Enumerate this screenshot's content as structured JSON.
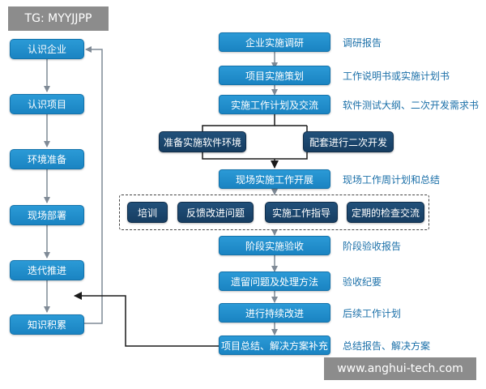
{
  "watermarks": {
    "top": "TG: MYYJJPP",
    "bottom": "www.anghui-tech.com"
  },
  "left_flow": [
    "认识企业",
    "认识项目",
    "环境准备",
    "现场部署",
    "迭代推进",
    "知识积累"
  ],
  "main_flow": {
    "step1": "企业实施调研",
    "step2": "项目实施策划",
    "step3": "实施工作计划及交流",
    "branch_left": "准备实施软件环境",
    "branch_right": "配套进行二次开发",
    "step4": "现场实施工作开展",
    "activities": [
      "培训",
      "反馈改进问题",
      "实施工作指导",
      "定期的检查交流"
    ],
    "step5": "阶段实施验收",
    "step6": "遗留问题及处理方法",
    "step7": "进行持续改进",
    "step8": "项目总结、解决方案补充"
  },
  "outputs": {
    "step1": "调研报告",
    "step2": "工作说明书或实施计划书",
    "step3": "软件测试大纲、二次开发需求书",
    "step4": "现场工作周计划和总结",
    "step5": "阶段验收报告",
    "step6": "验收纪要",
    "step7": "后续工作计划",
    "step8": "总结报告、解决方案"
  },
  "colors": {
    "box_blue": "#1f8fcf",
    "box_navy": "#1b476e",
    "output_text": "#1a6fa8",
    "arrow_gray": "#888888",
    "connector_dark": "#1a1a1a"
  }
}
